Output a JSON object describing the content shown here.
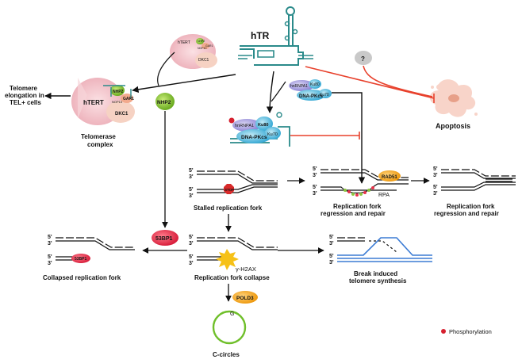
{
  "htr_label": "hTR",
  "unknown_factor": "?",
  "apoptosis_label": "Apoptosis",
  "telomerase": {
    "htert": "hTERT",
    "nhp2": "NHP2",
    "gar1": "GAR1",
    "nop10": "NOP10",
    "dkc1": "DKC1",
    "complex_label": "Telomerase complex",
    "elongation_label_line1": "Telomere",
    "elongation_label_line2": "elongation in",
    "elongation_label_line3": "TEL+ cells"
  },
  "nhp2_node": "NHP2",
  "hnrnp": {
    "hnrnpa1": "hnRNPA1",
    "ku80": "Ku80",
    "dna_pkcs": "DNA-PKcs",
    "ku70": "Ku70"
  },
  "fork": {
    "strand_5": "5'",
    "strand_3": "3'",
    "stop": "STOP",
    "stalled_label": "Stalled replication fork",
    "regression_label_line1": "Replication fork",
    "regression_label_line2": "regression and repair",
    "rpa": "RPA",
    "rad51": "RAD51",
    "collapse_label": "Replication fork collapse",
    "h2ax": "γ-H2AX",
    "collapsed_label": "Collapsed replication fork",
    "bp1": "53BP1",
    "bits_line1": "Break induced",
    "bits_line2": "telomere synthesis",
    "pold3": "POLD3",
    "g": "G",
    "ccircles": "C-circles"
  },
  "legend": {
    "phosphorylation": "Phosphorylation"
  },
  "colors": {
    "htr_teal": "#2a8a8a",
    "pink": "#f3c9cf",
    "green": "#8cc63f",
    "red": "#e8334a",
    "orange": "#f6a623",
    "blue_line": "#3b7bd4",
    "arrow_red": "#e8412c"
  }
}
